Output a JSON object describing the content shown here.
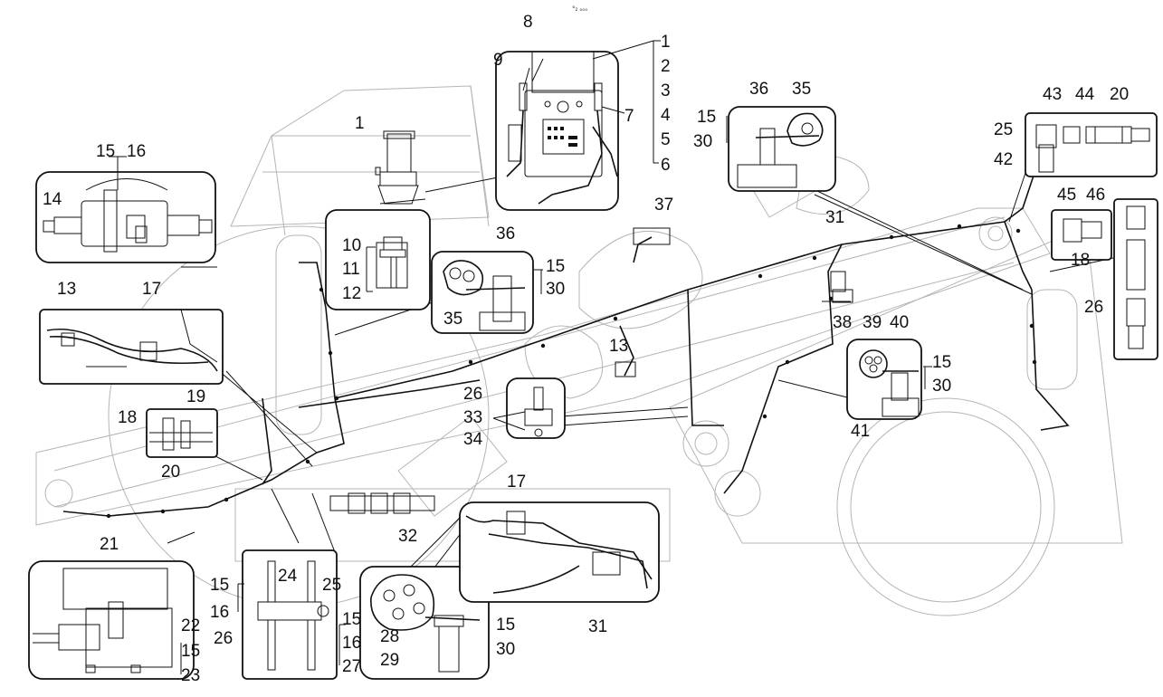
{
  "header": {
    "tiny_mark": "°₂ ₒₒₒ"
  },
  "callouts": {
    "n1": "1",
    "n2": "2",
    "n3": "3",
    "n4": "4",
    "n5": "5",
    "n6": "6",
    "n7": "7",
    "n8": "8",
    "n9": "9",
    "n10": "10",
    "n11": "11",
    "n12": "12",
    "n13": "13",
    "n14": "14",
    "n15": "15",
    "n16": "16",
    "n17": "17",
    "n18": "18",
    "n19": "19",
    "n20": "20",
    "n21": "21",
    "n22": "22",
    "n23": "23",
    "n24": "24",
    "n25": "25",
    "n26": "26",
    "n27": "27",
    "n28": "28",
    "n29": "29",
    "n30": "30",
    "n31": "31",
    "n32": "32",
    "n33": "33",
    "n34": "34",
    "n35": "35",
    "n36": "36",
    "n37": "37",
    "n38": "38",
    "n39": "39",
    "n40": "40",
    "n41": "41",
    "n42": "42",
    "n43": "43",
    "n44": "44",
    "n45": "45",
    "n46": "46"
  },
  "colors": {
    "line": "#111111",
    "ghost": "#b5b5b5",
    "background": "#ffffff"
  }
}
